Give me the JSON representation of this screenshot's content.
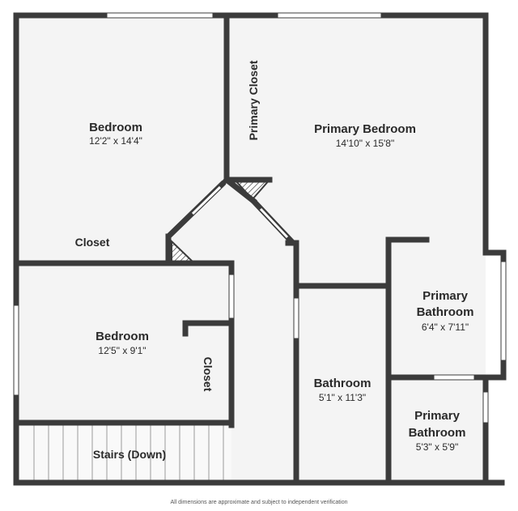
{
  "rooms": [
    {
      "id": "bedroom_1",
      "name": "Bedroom",
      "dims": "12'2\" x 14'4\""
    },
    {
      "id": "primary_bedroom",
      "name": "Primary Bedroom",
      "dims": "14'10\" x 15'8\""
    },
    {
      "id": "bedroom_2",
      "name": "Bedroom",
      "dims": "12'5\" x 9'1\""
    },
    {
      "id": "bathroom",
      "name": "Bathroom",
      "dims": "5'1\" x 11'3\""
    },
    {
      "id": "primary_bathroom_1",
      "name_line1": "Primary",
      "name_line2": "Bathroom",
      "dims": "6'4\" x 7'11\""
    },
    {
      "id": "primary_bathroom_2",
      "name_line1": "Primary",
      "name_line2": "Bathroom",
      "dims": "5'3\" x 5'9\""
    }
  ],
  "labels": {
    "primary_closet": "Primary Closet",
    "closet_1": "Closet",
    "closet_2": "Closet",
    "stairs": "Stairs (Down)"
  },
  "disclaimer": "All dimensions are approximate and subject to independent verification",
  "colors": {
    "wall": "#3b3b3b",
    "floor": "#f4f4f4",
    "window": "#ffffff"
  }
}
